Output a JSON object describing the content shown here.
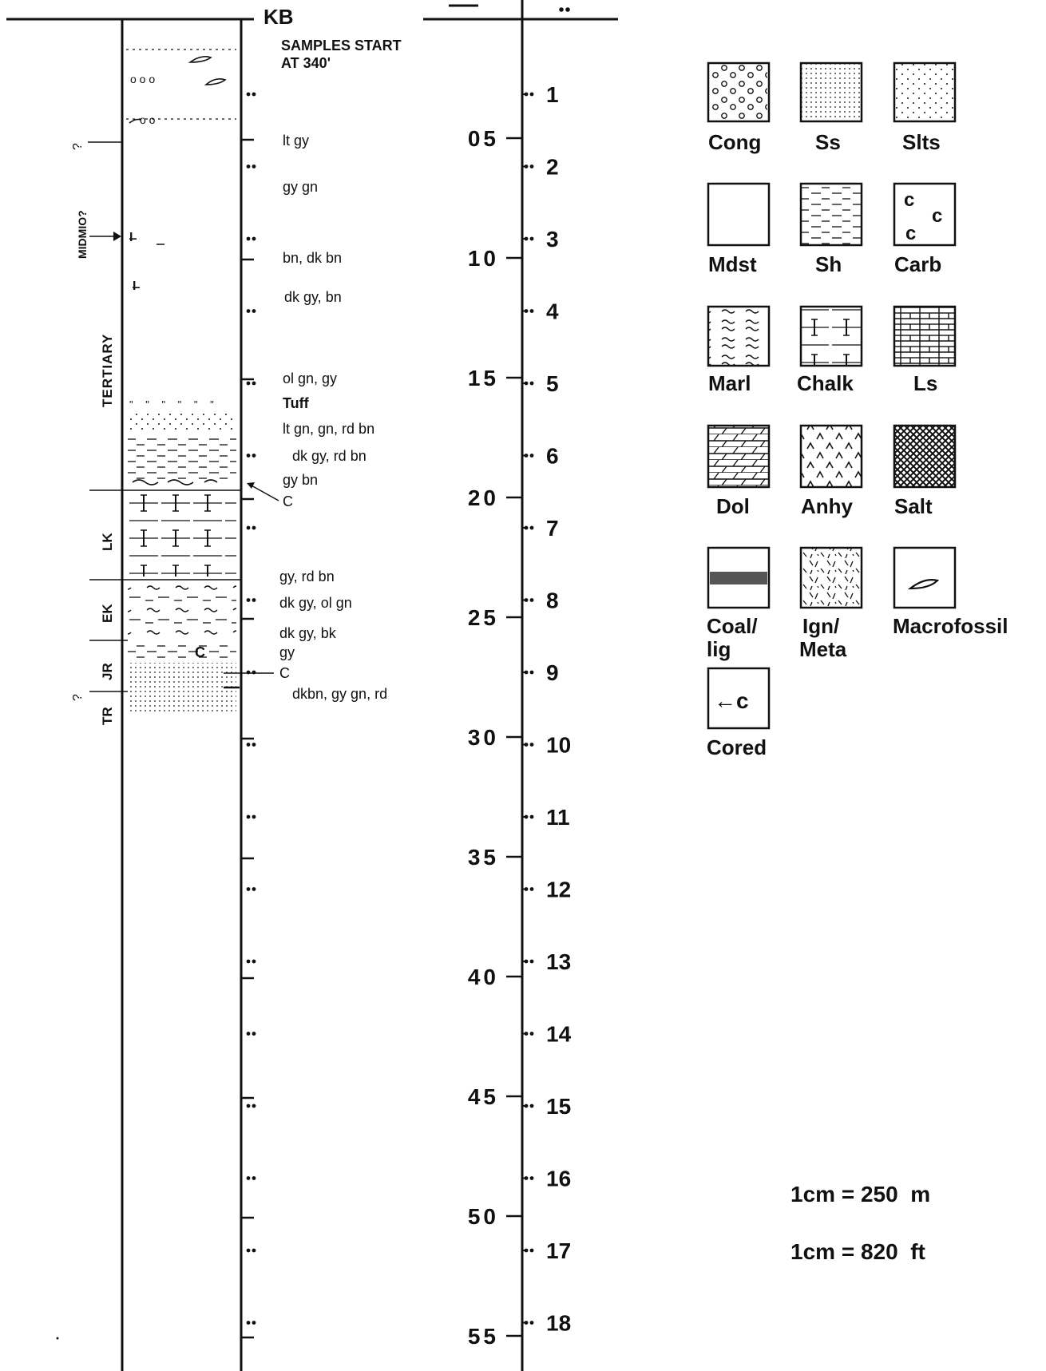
{
  "header": {
    "kb": "KB",
    "samples_line1": "SAMPLES START",
    "samples_line2": "AT 340'"
  },
  "ages": [
    "MIDMIO?",
    "TERTIARY",
    "LK",
    "EK",
    "JR",
    "TR"
  ],
  "question_marks": [
    "?",
    "?"
  ],
  "descriptions": [
    "lt gy",
    "gy gn",
    "bn, dk bn",
    "dk gy, bn",
    "ol gn, gy",
    "Tuff",
    "lt gn, gn, rd bn",
    "dk gy, rd bn",
    "gy bn",
    "C",
    "gy, rd bn",
    "dk gy, ol gn",
    "dk gy, bk",
    "gy",
    "C",
    "dkbn, gy gn, rd"
  ],
  "depth_labels": [
    "05",
    "10",
    "15",
    "20",
    "25",
    "30",
    "35",
    "40",
    "45",
    "50",
    "55"
  ],
  "sample_numbers": [
    "1",
    "2",
    "3",
    "4",
    "5",
    "6",
    "7",
    "8",
    "9",
    "10",
    "11",
    "12",
    "13",
    "14",
    "15",
    "16",
    "17",
    "18"
  ],
  "legend": {
    "cong": "Cong",
    "ss": "Ss",
    "slts": "Slts",
    "mdst": "Mdst",
    "sh": "Sh",
    "carb": "Carb",
    "marl": "Marl",
    "chalk": "Chalk",
    "ls": "Ls",
    "dol": "Dol",
    "anhy": "Anhy",
    "salt": "Salt",
    "coal1": "Coal/",
    "coal2": "lig",
    "ign1": "Ign/",
    "ign2": "Meta",
    "macro": "Macrofossil",
    "cored": "Cored",
    "carb_c": "c",
    "cored_symbol": "←c",
    "lith_c": "C"
  },
  "scale": {
    "metric": "1cm = 250  m",
    "imperial": "1cm = 820  ft"
  }
}
